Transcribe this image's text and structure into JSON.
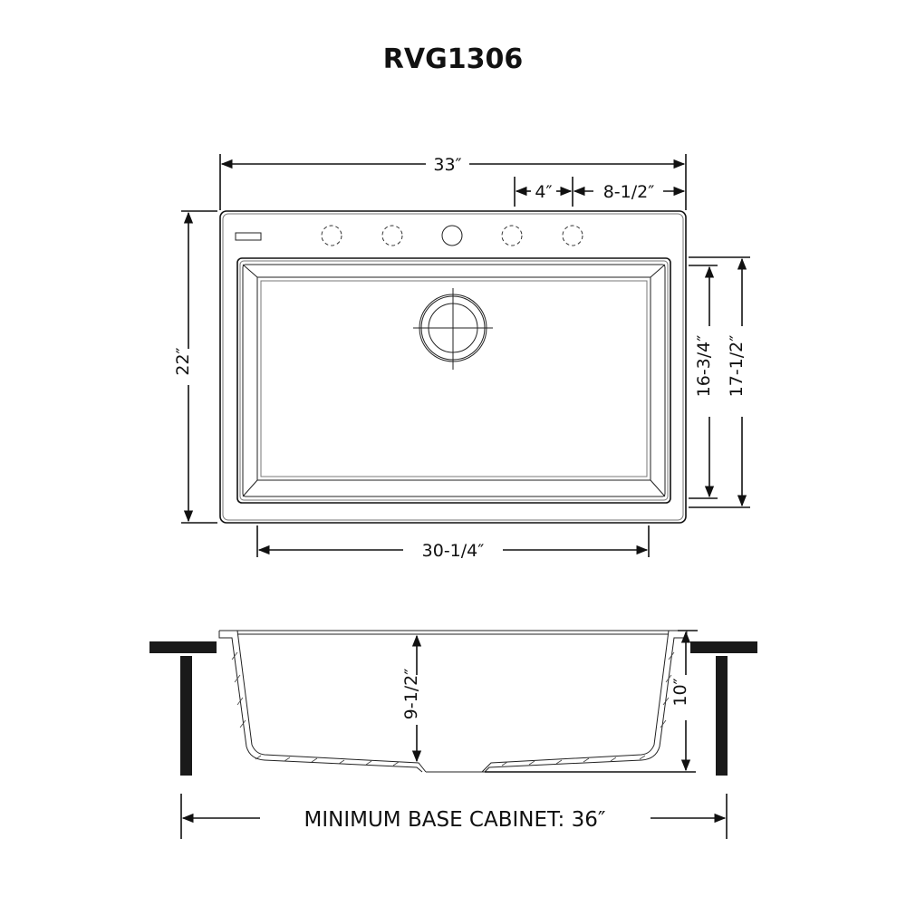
{
  "title": "RVG1306",
  "top_view": {
    "overall_width": "33″",
    "faucet_hole_spacing": "4″",
    "edge_to_center_hole": "8-1/2″",
    "overall_depth": "22″",
    "bowl_width": "30-1/4″",
    "bowl_depth_inner": "16-3/4″",
    "bowl_depth_outer": "17-1/2″",
    "faucet_holes": [
      {
        "type": "knockout",
        "style": "dashed"
      },
      {
        "type": "knockout",
        "style": "dashed"
      },
      {
        "type": "main",
        "style": "solid"
      },
      {
        "type": "knockout",
        "style": "dashed"
      },
      {
        "type": "knockout",
        "style": "dashed"
      }
    ]
  },
  "side_view": {
    "bowl_depth_at_drain": "9-1/2″",
    "overall_height": "10″",
    "cabinet_label": "MINIMUM BASE CABINET: 36″"
  },
  "colors": {
    "line": "#111111",
    "background": "#ffffff",
    "cabinet": "#1a1a1a"
  }
}
